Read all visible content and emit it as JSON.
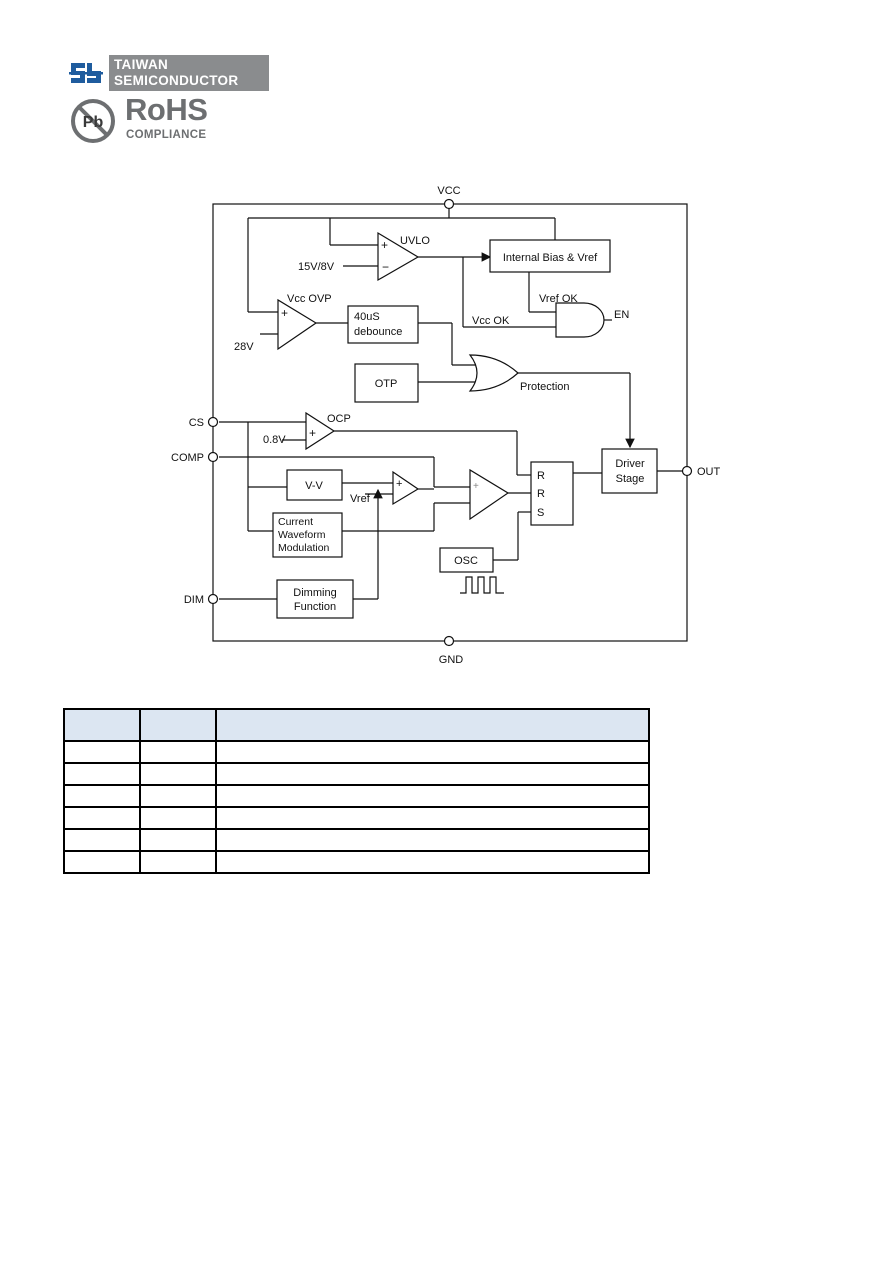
{
  "header": {
    "company_line1": "TAIWAN",
    "company_line2": "SEMICONDUCTOR",
    "rohs_title": "RoHS",
    "rohs_subtitle": "COMPLIANCE",
    "pb_badge": "Pb",
    "colors": {
      "logo_blue": "#1f5c9e",
      "logo_gray": "#8a8c8e",
      "rohs_gray": "#6d6f71"
    }
  },
  "diagram": {
    "pins": {
      "vcc": "VCC",
      "gnd": "GND",
      "cs": "CS",
      "comp": "COMP",
      "dim": "DIM",
      "out": "OUT"
    },
    "blocks": {
      "bias": "Internal Bias & Vref",
      "debounce_line1": "40uS",
      "debounce_line2": "debounce",
      "otp": "OTP",
      "vv": "V-V",
      "cwm_line1": "Current",
      "cwm_line2": "Waveform",
      "cwm_line3": "Modulation",
      "dim_line1": "Dimming",
      "dim_line2": "Function",
      "osc": "OSC",
      "driver_line1": "Driver",
      "driver_line2": "Stage",
      "latch_r1": "R",
      "latch_r2": "R",
      "latch_s": "S"
    },
    "labels": {
      "uvlo": "UVLO",
      "uvlo_thresh": "15V/8V",
      "ovp": "Vcc OVP",
      "ovp_thresh": "28V",
      "vref_ok": "Vref OK",
      "vcc_ok": "Vcc OK",
      "en": "EN",
      "protection": "Protection",
      "ocp": "OCP",
      "ocp_thresh": "0.8V",
      "vref": "Vref",
      "plus": "+",
      "minus": "−"
    }
  },
  "pin_table": {
    "headers": [
      "",
      "",
      ""
    ],
    "rows": [
      [
        "",
        "",
        ""
      ],
      [
        "",
        "",
        ""
      ],
      [
        "",
        "",
        ""
      ],
      [
        "",
        "",
        ""
      ],
      [
        "",
        "",
        ""
      ],
      [
        "",
        "",
        ""
      ]
    ]
  }
}
